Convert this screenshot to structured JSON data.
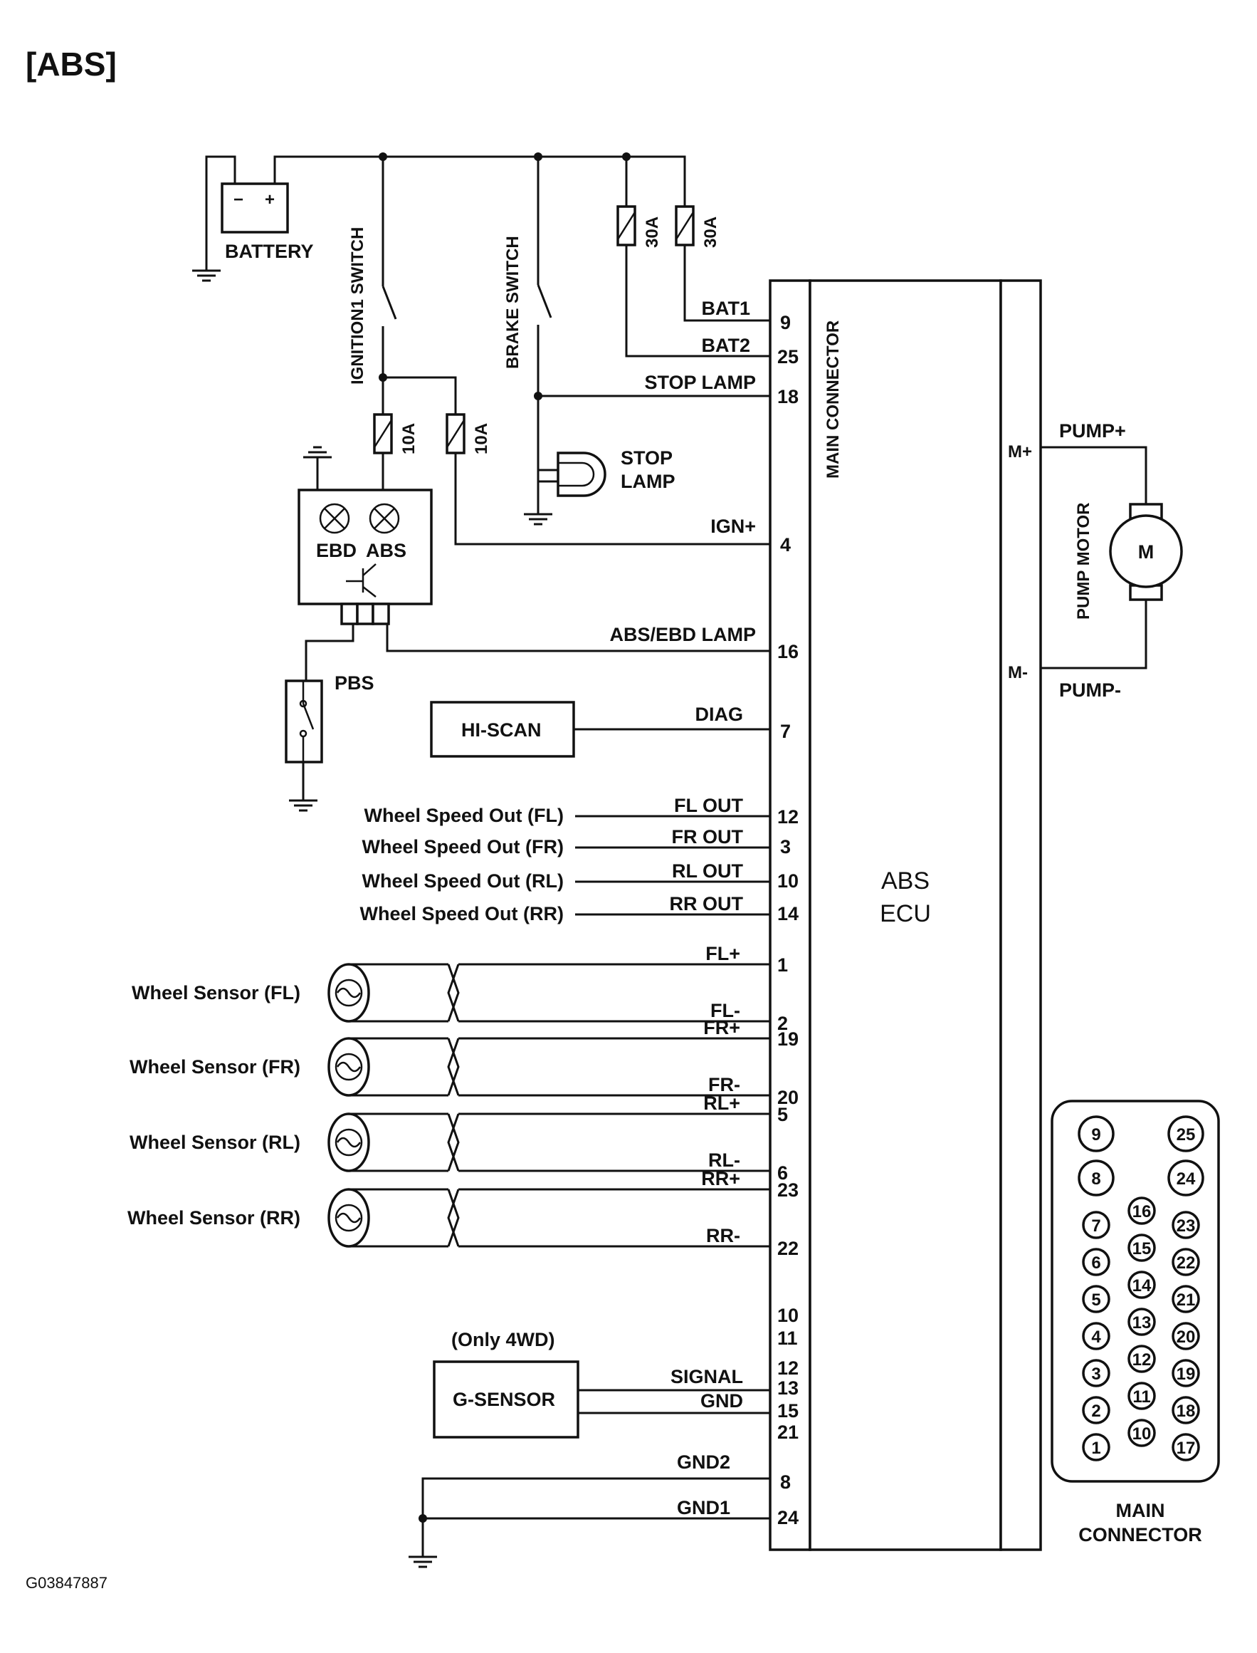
{
  "title": "[ABS]",
  "figure_id": "G03847887",
  "components": {
    "battery": "BATTERY",
    "battery_minus": "−",
    "battery_plus": "+",
    "ignition_switch": "IGNITION1 SWITCH",
    "brake_switch": "BRAKE SWITCH",
    "stop_lamp_line1": "STOP",
    "stop_lamp_line2": "LAMP",
    "fuse_10a": "10A",
    "fuse_30a": "30A",
    "ebd": "EBD",
    "abs": "ABS",
    "pbs": "PBS",
    "hi_scan": "HI-SCAN",
    "g_sensor": "G-SENSOR",
    "only_4wd": "(Only 4WD)",
    "main_connector_vertical": "MAIN CONNECTOR",
    "ecu_line1": "ABS",
    "ecu_line2": "ECU",
    "pump_motor": "PUMP MOTOR",
    "motor": "M",
    "m_plus": "M+",
    "m_minus": "M-",
    "pump_plus": "PUMP+",
    "pump_minus": "PUMP-",
    "main_connector_line1": "MAIN",
    "main_connector_line2": "CONNECTOR"
  },
  "wheel_speed_outputs": [
    {
      "label": "Wheel Speed Out (FL)",
      "signal": "FL OUT",
      "pin": "12"
    },
    {
      "label": "Wheel Speed Out (FR)",
      "signal": "FR OUT",
      "pin": "3"
    },
    {
      "label": "Wheel Speed Out (RL)",
      "signal": "RL OUT",
      "pin": "10"
    },
    {
      "label": "Wheel Speed Out (RR)",
      "signal": "RR OUT",
      "pin": "14"
    }
  ],
  "wheel_sensors": [
    {
      "label": "Wheel Sensor (FL)",
      "plus": "FL+",
      "minus": "FL-",
      "pin_plus": "1",
      "pin_minus": "2"
    },
    {
      "label": "Wheel Sensor (FR)",
      "plus": "FR+",
      "minus": "FR-",
      "pin_plus": "19",
      "pin_minus": "20"
    },
    {
      "label": "Wheel Sensor (RL)",
      "plus": "RL+",
      "minus": "RL-",
      "pin_plus": "5",
      "pin_minus": "6"
    },
    {
      "label": "Wheel Sensor (RR)",
      "plus": "RR+",
      "minus": "RR-",
      "pin_plus": "23",
      "pin_minus": "22"
    }
  ],
  "signals": {
    "bat1": "BAT1",
    "bat2": "BAT2",
    "stop_lamp": "STOP LAMP",
    "ign": "IGN+",
    "abs_ebd_lamp": "ABS/EBD LAMP",
    "diag": "DIAG",
    "signal": "SIGNAL",
    "gnd": "GND",
    "gnd2": "GND2",
    "gnd1": "GND1"
  },
  "pins": {
    "bat1": "9",
    "bat2": "25",
    "stop_lamp": "18",
    "ign": "4",
    "abs_ebd_lamp": "16",
    "diag": "7",
    "extra_10": "10",
    "extra_11": "11",
    "extra_12": "12",
    "signal": "13",
    "gnd": "15",
    "extra_21": "21",
    "gnd2": "8",
    "gnd1": "24"
  },
  "connector_pinout": {
    "top_left": [
      "9",
      "8"
    ],
    "top_right": [
      "25",
      "24"
    ],
    "left": [
      "7",
      "6",
      "5",
      "4",
      "3",
      "2",
      "1"
    ],
    "middle": [
      "16",
      "15",
      "14",
      "13",
      "12",
      "11",
      "10"
    ],
    "right": [
      "23",
      "22",
      "21",
      "20",
      "19",
      "18",
      "17"
    ]
  }
}
